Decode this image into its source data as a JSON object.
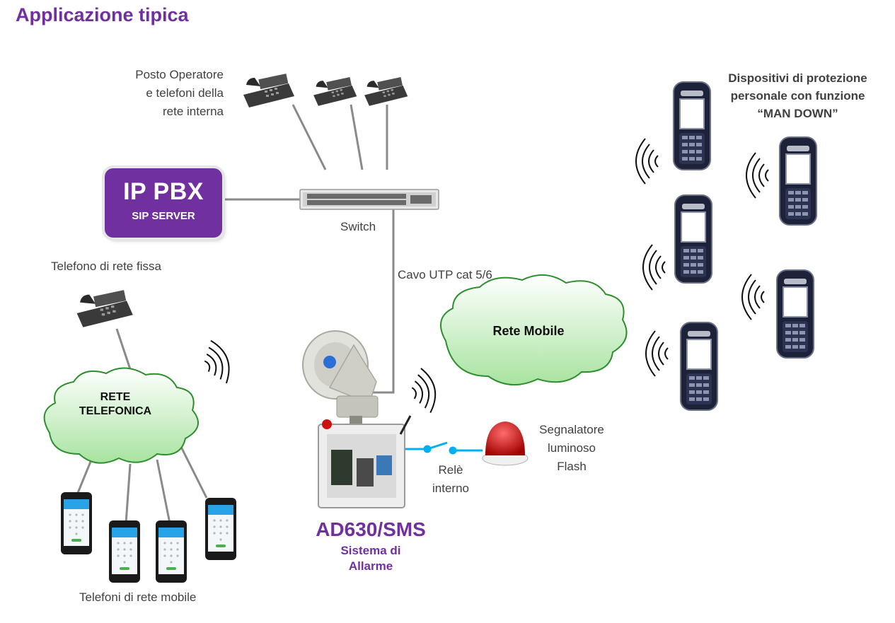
{
  "title": "Applicazione tipica",
  "labels": {
    "posto_operatore": [
      "Posto Operatore",
      "e telefoni della",
      "rete interna"
    ],
    "switch": "Switch",
    "cavo": "Cavo UTP cat 5/6",
    "telefono_fisso": "Telefono di rete fissa",
    "rete_mobile": "Rete Mobile",
    "rete_telefonica": [
      "RETE",
      "TELEFONICA"
    ],
    "rele": [
      "Relè",
      "interno"
    ],
    "segnalatore": [
      "Segnalatore",
      "luminoso",
      "Flash"
    ],
    "telefoni_mobile": "Telefoni di rete mobile",
    "dispositivi": [
      "Dispositivi di protezione",
      "personale con funzione",
      "“MAN DOWN”"
    ]
  },
  "pbx": {
    "title": "IP PBX",
    "subtitle": "SIP SERVER"
  },
  "ad630": {
    "title": "AD630/SMS",
    "subtitle": [
      "Sistema di",
      "Allarme"
    ]
  },
  "colors": {
    "brand": "#7030a0",
    "cloud_fill": "#d9f2d0",
    "link": "#00b0f0",
    "beacon": "#cc1010"
  }
}
